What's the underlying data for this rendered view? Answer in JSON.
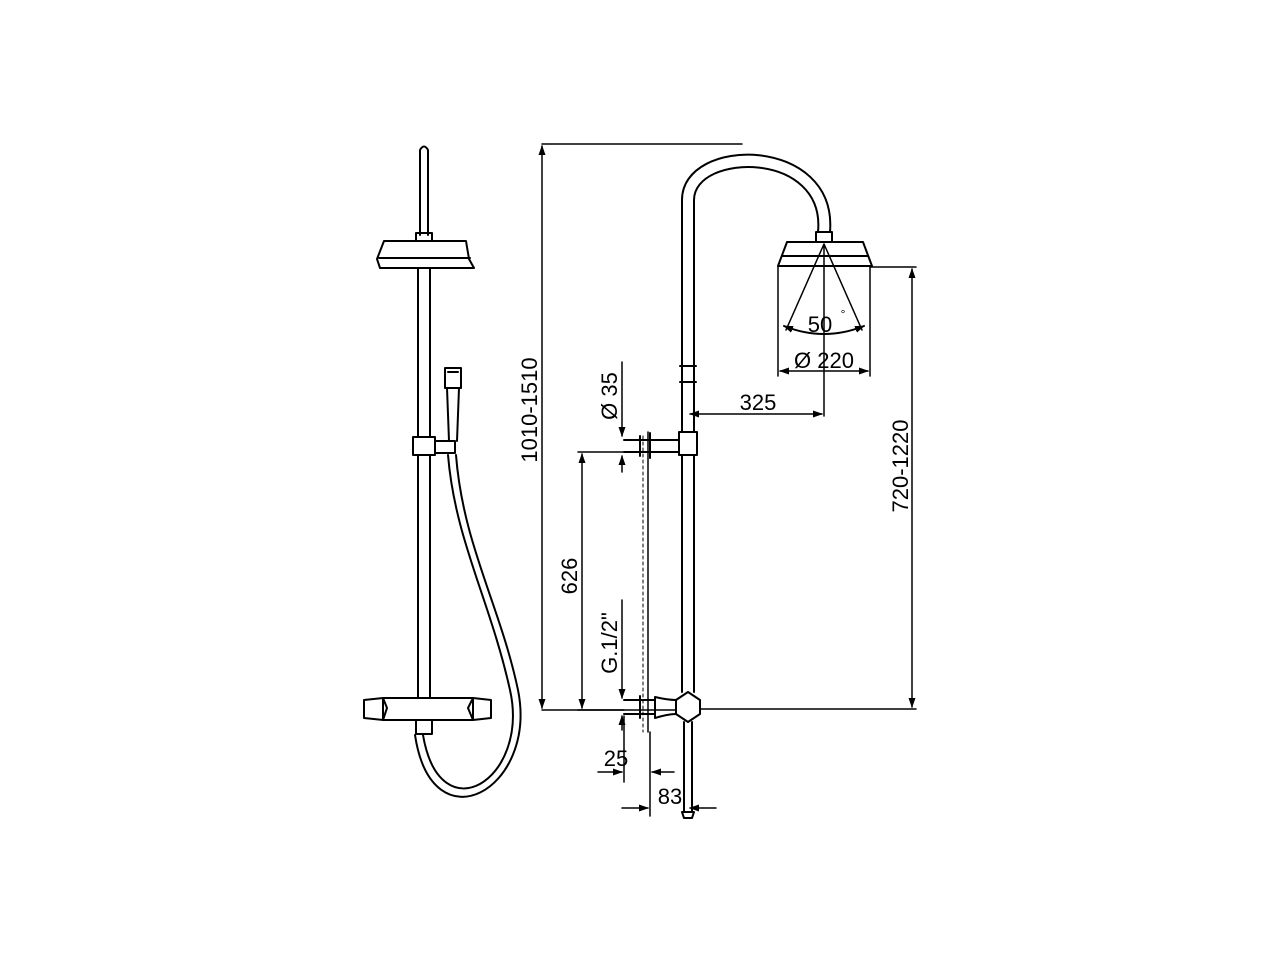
{
  "dimensions": {
    "overall_height": "1010-1510",
    "head_height": "720-1220",
    "head_angle": "50",
    "degree_symbol": "°",
    "head_diameter": "Ø 220",
    "arm_reach": "325",
    "pipe_diameter": "Ø 35",
    "bracket_spacing": "626",
    "inlet_thread": "G.1/2\"",
    "wall_clearance": "25",
    "pipe_offset": "83"
  }
}
